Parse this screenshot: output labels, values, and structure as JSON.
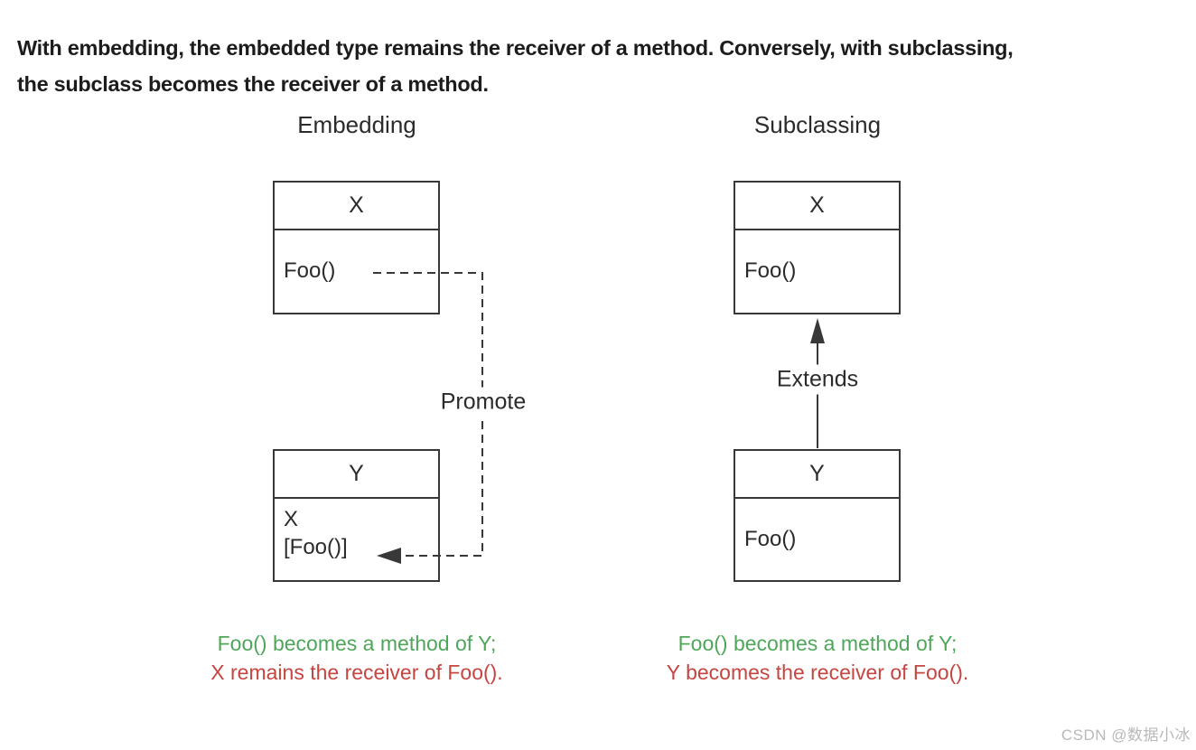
{
  "heading": {
    "line1": "With embedding, the embedded type remains the receiver of a method. Conversely, with subclassing,",
    "line2": "the subclass becomes the receiver of a method."
  },
  "embedding": {
    "title": "Embedding",
    "box_x": {
      "name": "X",
      "method": "Foo()"
    },
    "arrow_label": "Promote",
    "box_y": {
      "name": "Y",
      "field": "X",
      "method": "[Foo()]"
    },
    "caption_green": "Foo() becomes a method of Y;",
    "caption_red": "X remains the receiver of Foo()."
  },
  "subclassing": {
    "title": "Subclassing",
    "box_x": {
      "name": "X",
      "method": "Foo()"
    },
    "arrow_label": "Extends",
    "box_y": {
      "name": "Y",
      "method": "Foo()"
    },
    "caption_green": "Foo() becomes a method of Y;",
    "caption_red": "Y becomes the receiver of Foo()."
  },
  "watermark": "CSDN @数据小冰",
  "colors": {
    "green": "#4FA65A",
    "red": "#C74540",
    "line": "#383838",
    "ink": "#2B2B2B",
    "heading": "#1C1C1C",
    "watermark": "#B9B9B9"
  }
}
